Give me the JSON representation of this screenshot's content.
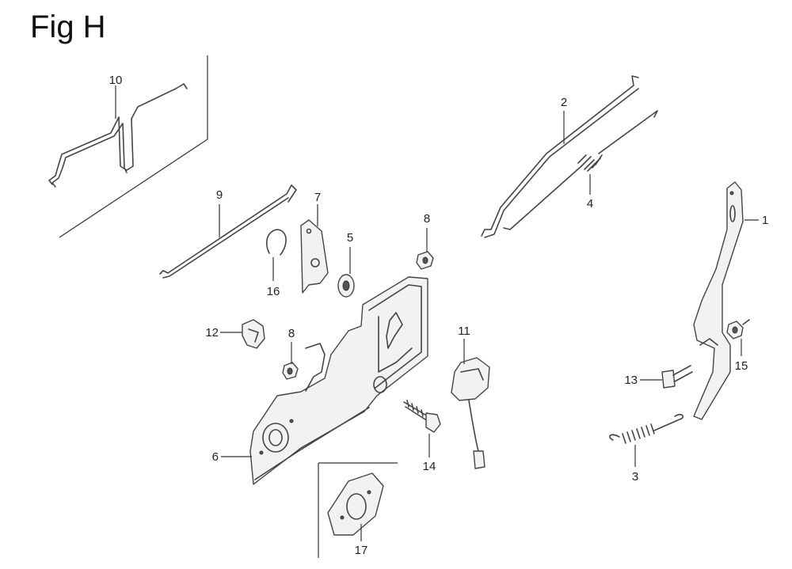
{
  "title": "Fig H",
  "callouts": {
    "c1": "1",
    "c2": "2",
    "c3": "3",
    "c4": "4",
    "c5": "5",
    "c6": "6",
    "c7": "7",
    "c8a": "8",
    "c8b": "8",
    "c9": "9",
    "c10": "10",
    "c11": "11",
    "c12": "12",
    "c13": "13",
    "c14": "14",
    "c15": "15",
    "c16": "16",
    "c17": "17"
  }
}
